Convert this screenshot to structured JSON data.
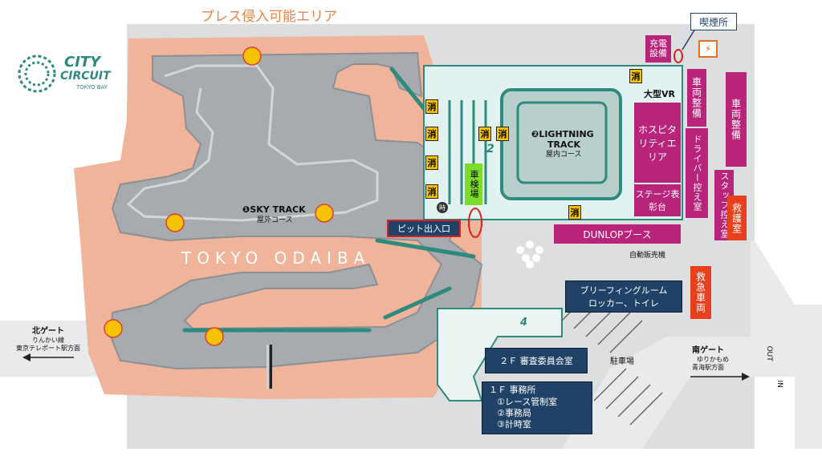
{
  "logo": {
    "line1": "CITY",
    "line2": "CIRCUIT",
    "line3": "TOKYO BAY"
  },
  "press_area_label": "プレス侵入可能エリア",
  "smoking_label": "喫煙所",
  "tracks": {
    "sky": {
      "marker": "❶",
      "name": "SKY TRACK",
      "sub": "屋外コース"
    },
    "lightning": {
      "marker": "❷",
      "name_1": "LIGHTNING",
      "name_2": "TRACK",
      "sub": "屋内コース"
    }
  },
  "ground_text": "TOKYO ODAIBA",
  "buildings": {
    "charge": "充電設備",
    "vehicle_maint_1": "車両整備",
    "vehicle_maint_2": "車両整備",
    "hospitality": "ホスピタリティエリア",
    "stage": "ステージ表彰台",
    "driver_room": "ドライバー控え室",
    "staff_room": "スタッフ控え室",
    "first_aid": "救護室",
    "ambulance": "救急車両",
    "dunlop": "DUNLOPブース",
    "inspection": "車検場",
    "vr": "大型VR",
    "vending": "自動販売機",
    "pit_entrance": "ピット出入口",
    "briefing_1": "ブリーフィングルーム",
    "briefing_2": "ロッカー、トイレ",
    "judges": "２Ｆ 審査委員会室",
    "office_1": "１Ｆ 事務所",
    "office_2": "①レース管制室",
    "office_3": "②事務局",
    "office_4": "③計時室",
    "parking": "駐車場"
  },
  "extinguisher": "消",
  "clock": "時",
  "gates": {
    "north": {
      "name": "北ゲート",
      "line1": "りんかい線",
      "line2": "東京テレポート駅方面"
    },
    "south": {
      "name": "南ゲート",
      "line1": "ゆりかもめ",
      "line2": "青海駅方面"
    }
  },
  "road_out": "OUT",
  "road_in": "IN",
  "lane_numbers": [
    "2",
    "4"
  ],
  "colors": {
    "accent_teal": "#2e8a7c",
    "press_area": "#f0b49a",
    "asphalt": "#a7aaae",
    "building": "#b8247a",
    "office": "#1f4266",
    "emergency": "#e8401c",
    "extinguisher": "#f7c300",
    "inspection": "#7ddb2a"
  }
}
